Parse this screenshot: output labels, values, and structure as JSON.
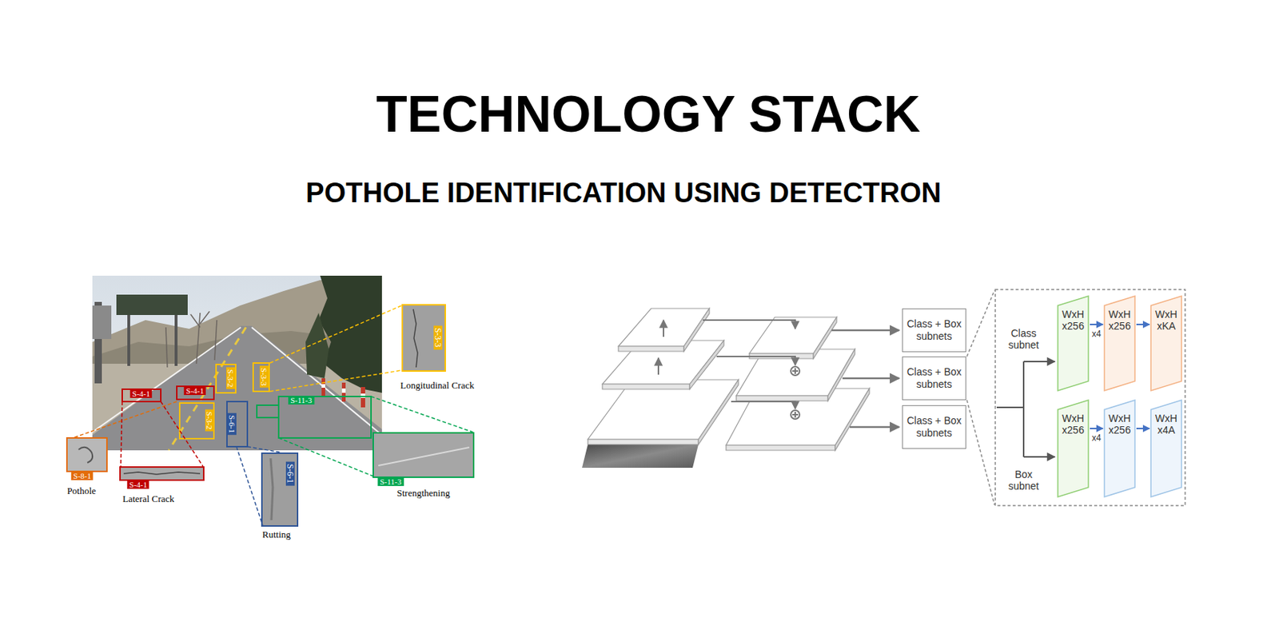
{
  "diagram": {
    "title": "TECHNOLOGY STACK",
    "nodes": [
      {
        "text": [
          "Class + Box subnets"
        ]
      },
      {
        "text": [
          "Class + Box subnets"
        ]
      },
      {
        "text": [
          "Class + Box subnets"
        ]
      },
      {
        "text": [
          "WxH x256"
        ]
      },
      {
        "text": [
          "WxH x256"
        ]
      },
      {
        "text": [
          "WxH xKA"
        ]
      },
      {
        "text": [
          "WxH x256"
        ]
      },
      {
        "text": [
          "WxH x256"
        ]
      },
      {
        "text": [
          "WxH x4A"
        ]
      }
    ],
    "edges": [
      {
        "from": 3,
        "to": 4,
        "label": "x4",
        "arrow": "to"
      },
      {
        "from": 4,
        "to": 5,
        "arrow": "to"
      },
      {
        "from": 6,
        "to": 7,
        "label": "x4",
        "arrow": "to"
      },
      {
        "from": 7,
        "to": 8,
        "arrow": "to"
      }
    ],
    "labels": [
      "POTHOLE IDENTIFICATION USING DETECTRON",
      "S-4-1",
      "S-4-1",
      "S-3-2",
      "S-3-3",
      "S-3-2",
      "S-6-1",
      "S-11-3",
      "S-3-3",
      "Longitudinal Crack",
      "S-8-1",
      "Pothole",
      "S-4-1",
      "Lateral Crack",
      "S-6-1",
      "Rutting",
      "S-11-3",
      "Strengthening",
      "Class subnet",
      "Box subnet"
    ]
  }
}
